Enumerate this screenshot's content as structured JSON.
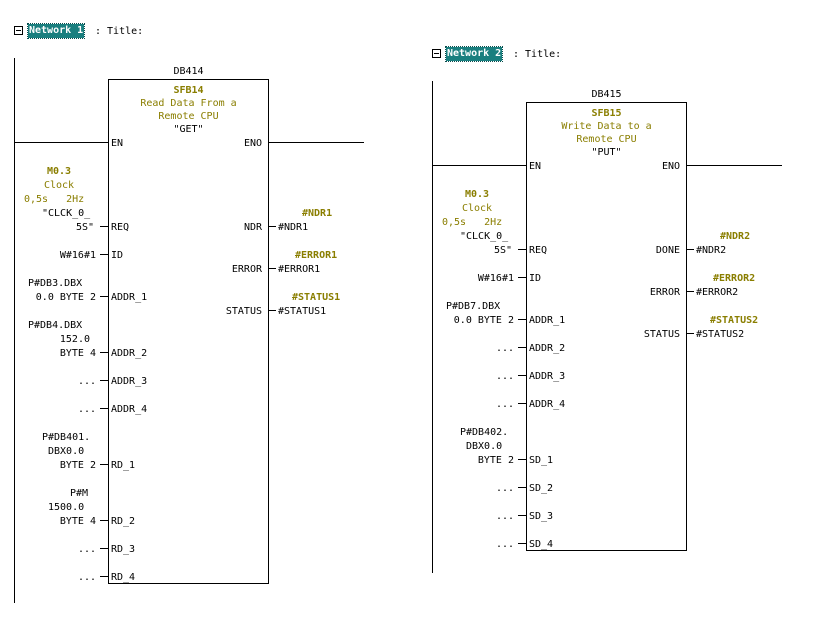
{
  "networks": [
    {
      "label": "Network 1",
      "title_text": ": Title:",
      "block": {
        "db": "DB414",
        "sfb": "SFB14",
        "desc1": "Read Data From a",
        "desc2": "Remote CPU",
        "name": "\"GET\"",
        "en": "EN",
        "eno": "ENO",
        "pins_left": [
          "REQ",
          "ID",
          "ADDR_1",
          "ADDR_2",
          "ADDR_3",
          "ADDR_4",
          "RD_1",
          "RD_2",
          "RD_3",
          "RD_4"
        ],
        "pins_right": [
          "NDR",
          "ERROR",
          "STATUS"
        ]
      },
      "clock": {
        "addr": "M0.3",
        "name": "Clock",
        "freq": "0,5s   2Hz",
        "sym1": "\"CLCK_0_",
        "sym2": "5S\""
      },
      "inputs": {
        "id": "W#16#1",
        "addr1_a": "P#DB3.DBX",
        "addr1_b": "0.0 BYTE 2",
        "addr2_a": "P#DB4.DBX",
        "addr2_b": "152.0",
        "addr2_c": "BYTE 4",
        "addr3": "...",
        "addr4": "...",
        "rd1_a": "P#DB401.",
        "rd1_b": "DBX0.0",
        "rd1_c": "BYTE 2",
        "rd2_a": "P#M",
        "rd2_b": "1500.0",
        "rd2_c": "BYTE 4",
        "rd3": "...",
        "rd4": "..."
      },
      "outputs": {
        "ndr_sym": "#NDR1",
        "ndr_val": "#NDR1",
        "err_sym": "#ERROR1",
        "err_val": "#ERROR1",
        "stat_sym": "#STATUS1",
        "stat_val": "#STATUS1"
      }
    },
    {
      "label": "Network 2",
      "title_text": ": Title:",
      "block": {
        "db": "DB415",
        "sfb": "SFB15",
        "desc1": "Write Data to a",
        "desc2": "Remote CPU",
        "name": "\"PUT\"",
        "en": "EN",
        "eno": "ENO",
        "pins_left": [
          "REQ",
          "ID",
          "ADDR_1",
          "ADDR_2",
          "ADDR_3",
          "ADDR_4",
          "SD_1",
          "SD_2",
          "SD_3",
          "SD_4"
        ],
        "pins_right": [
          "DONE",
          "ERROR",
          "STATUS"
        ]
      },
      "clock": {
        "addr": "M0.3",
        "name": "Clock",
        "freq": "0,5s   2Hz",
        "sym1": "\"CLCK_0_",
        "sym2": "5S\""
      },
      "inputs": {
        "id": "W#16#1",
        "addr1_a": "P#DB7.DBX",
        "addr1_b": "0.0 BYTE 2",
        "addr2": "...",
        "addr3": "...",
        "addr4": "...",
        "sd1_a": "P#DB402.",
        "sd1_b": "DBX0.0",
        "sd1_c": "BYTE 2",
        "sd2": "...",
        "sd3": "...",
        "sd4": "..."
      },
      "outputs": {
        "done_sym": "#NDR2",
        "done_val": "#NDR2",
        "err_sym": "#ERROR2",
        "err_val": "#ERROR2",
        "stat_sym": "#STATUS2",
        "stat_val": "#STATUS2"
      }
    }
  ]
}
